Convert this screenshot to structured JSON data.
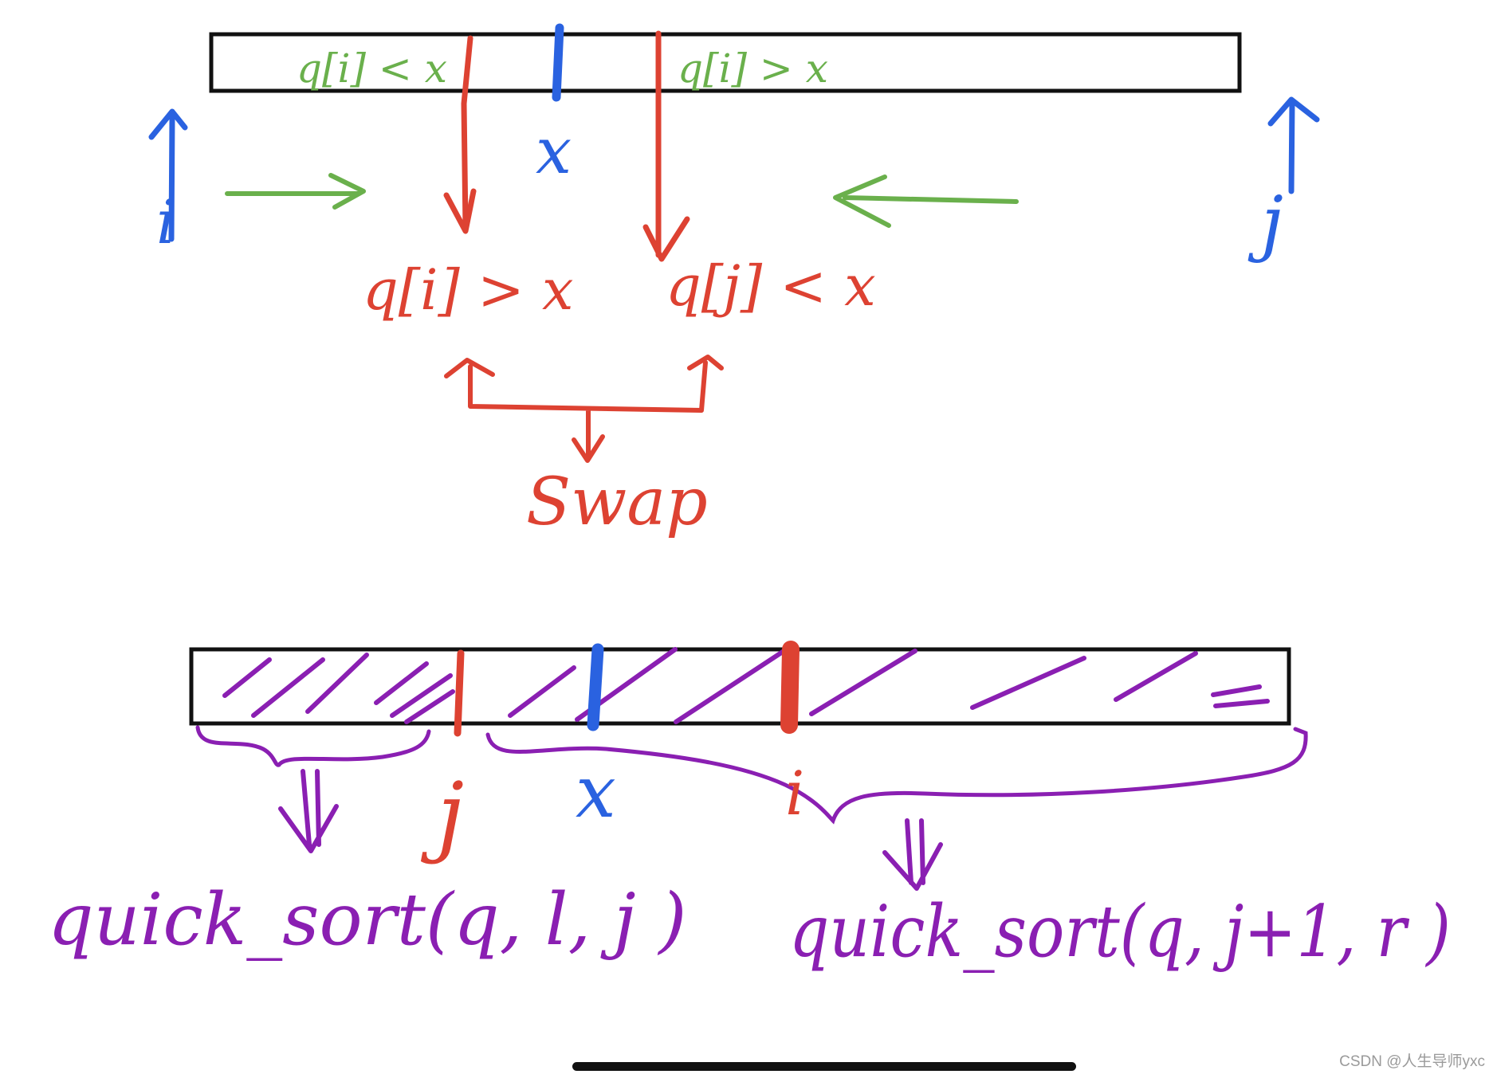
{
  "colors": {
    "red": "#dd4232",
    "green": "#6ab04c",
    "blue": "#2a62e0",
    "purple": "#8a1fb2",
    "black": "#111111"
  },
  "top": {
    "left_label": "q[i] < x",
    "right_label": "q[i] > x",
    "pivot": "x",
    "i_label": "i",
    "j_label": "j",
    "cond_i": "q[i] > x",
    "cond_j": "q[j] < x",
    "swap": "Swap"
  },
  "bottom": {
    "j_label": "j",
    "x_label": "x",
    "i_label": "i",
    "call_left": "quick_sort(q, l, j )",
    "call_right": "quick_sort(q, j+1, r )"
  },
  "watermark": "CSDN @人生导师yxc"
}
